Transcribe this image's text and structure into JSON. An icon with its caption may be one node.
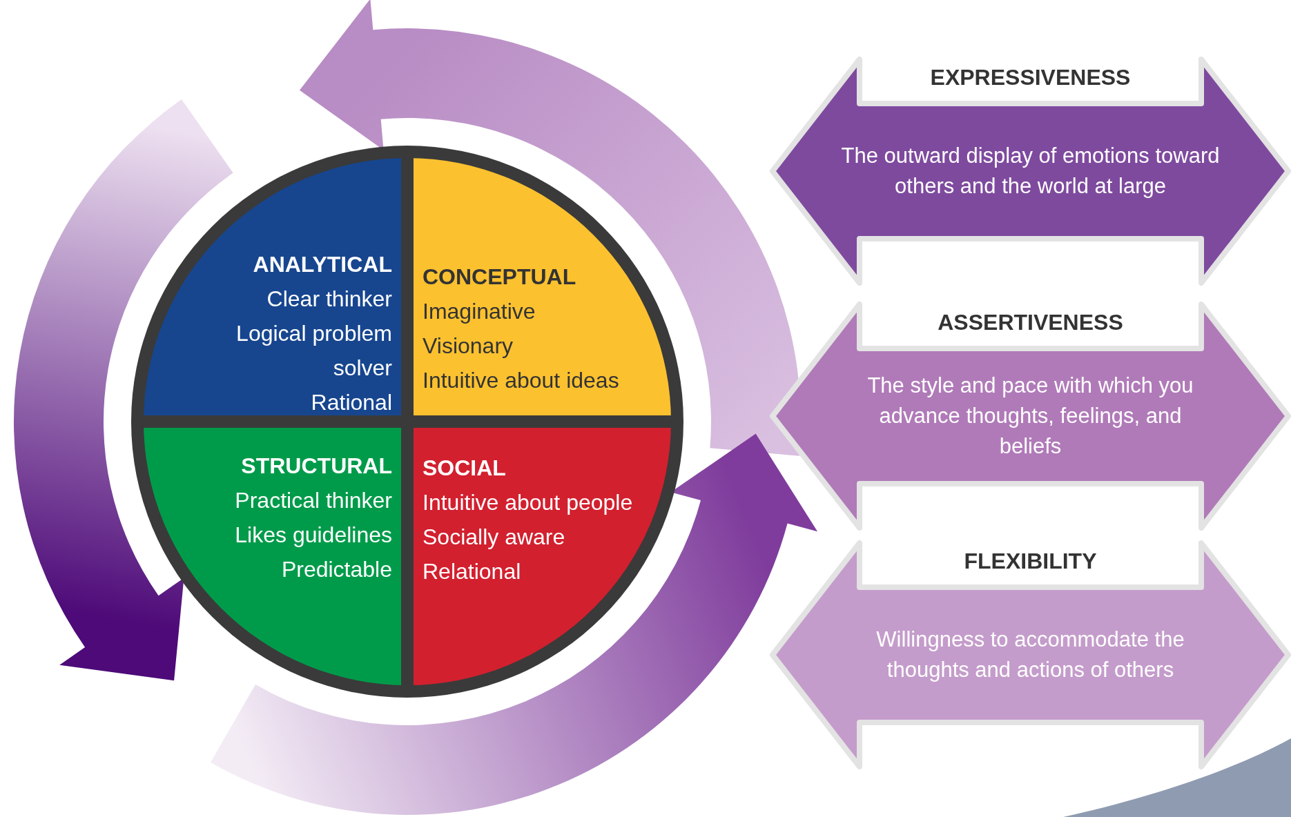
{
  "diagram": {
    "nodes": [
      {
        "text": [
          "ANALYTICAL",
          "Clear thinker",
          "Logical problem solver",
          "Rational"
        ]
      },
      {
        "text": [
          "CONCEPTUAL",
          "Imaginative",
          "Visionary",
          "Intuitive about ideas"
        ]
      },
      {
        "text": [
          "STRUCTURAL",
          "Practical thinker",
          "Likes guidelines",
          "Predictable"
        ]
      },
      {
        "text": [
          "SOCIAL",
          "Intuitive about people",
          "Socially aware",
          "Relational"
        ]
      },
      {
        "text": [
          "EXPRESSIVENESS",
          "The outward display of emotions toward others and the world at large"
        ]
      },
      {
        "text": [
          "ASSERTIVENESS",
          "The style and pace with which you advance thoughts, feelings, and beliefs"
        ]
      },
      {
        "text": [
          "FLEXIBILITY",
          "Willingness to accommodate the thoughts and actions of others"
        ]
      }
    ]
  }
}
